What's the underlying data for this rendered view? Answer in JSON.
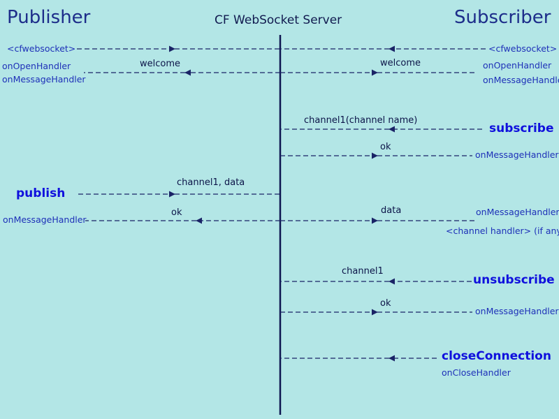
{
  "titles": {
    "publisher": "Publisher",
    "server": "CF WebSocket Server",
    "subscriber": "Subscriber"
  },
  "publisher_side": {
    "cfwebsocket": "<cfwebsocket>",
    "on_open": "onOpenHandler",
    "on_message_top": "onMessageHandler",
    "publish": "publish",
    "on_message_ok": "onMessageHandler"
  },
  "subscriber_side": {
    "cfwebsocket": "<cfwebsocket>",
    "on_open": "onOpenHandler",
    "on_message_top": "onMessageHandler",
    "subscribe": "subscribe",
    "on_message_sub_ok": "onMessageHandler",
    "on_message_data": "onMessageHandler",
    "channel_handler": "<channel handler> (if any)",
    "unsubscribe": "unsubscribe",
    "on_message_unsub_ok": "onMessageHandler",
    "close_connection": "closeConnection",
    "on_close": "onCloseHandler"
  },
  "messages": {
    "welcome_left": "welcome",
    "welcome_right": "welcome",
    "subscribe_channel": "channel1(channel name)",
    "subscribe_ok": "ok",
    "publish_payload": "channel1, data",
    "publish_ok": "ok",
    "data": "data",
    "unsubscribe_channel": "channel1",
    "unsubscribe_ok": "ok"
  },
  "colors": {
    "background": "#b3e6e6",
    "lifeline": "#0d1550",
    "arrow": "#1a2366",
    "handler_text": "#1e30b8",
    "action_text": "#1010dd"
  }
}
